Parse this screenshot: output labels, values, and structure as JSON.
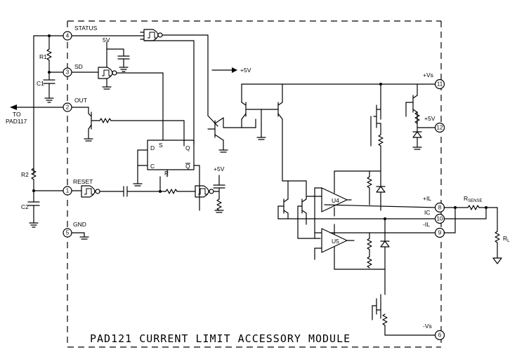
{
  "module_title": "PAD121 CURRENT LIMIT ACCESSORY MODULE",
  "pins": [
    {
      "number": "4",
      "label": "STATUS"
    },
    {
      "number": "3",
      "label": "SD"
    },
    {
      "number": "2",
      "label": "OUT"
    },
    {
      "number": "1",
      "label": "RESET"
    },
    {
      "number": "5",
      "label": "GND"
    },
    {
      "number": "11",
      "label": "+Vs"
    },
    {
      "number": "12",
      "label": "+5V"
    },
    {
      "number": "8",
      "label": "+IL"
    },
    {
      "number": "10",
      "label": "IC"
    },
    {
      "number": "9",
      "label": "-IL"
    },
    {
      "number": "6",
      "label": "-Vs"
    }
  ],
  "components": {
    "r1": "R1",
    "c1": "C1",
    "r2": "R2",
    "c2": "C2",
    "u4": "U4",
    "u5": "U5",
    "rl_main": "R",
    "rl_sub": "L",
    "rsense_main": "R",
    "rsense_sub": "SENSE"
  },
  "flipflop": {
    "s": "S",
    "d": "D",
    "q": "Q",
    "c": "C",
    "r": "R",
    "qbar": "Q"
  },
  "nets": {
    "five_v_top": "5V",
    "plus5v_right": "+5V",
    "plus5v_reset": "+5V"
  },
  "offpage": {
    "to": "TO",
    "target": "PAD117"
  }
}
